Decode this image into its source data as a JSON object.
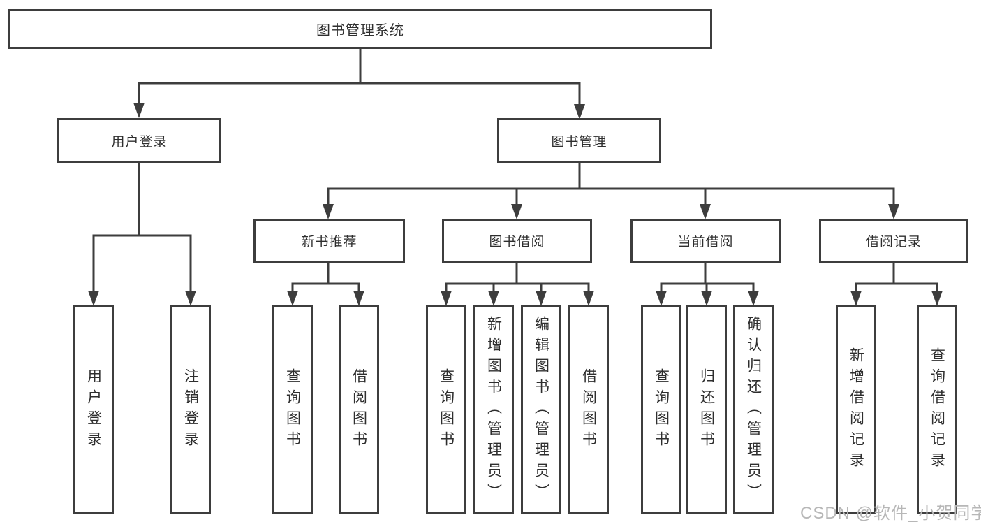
{
  "diagram": {
    "root": {
      "label": "图书管理系统",
      "children": [
        {
          "label": "用户登录",
          "children": [
            {
              "label": "用户登录"
            },
            {
              "label": "注销登录"
            }
          ]
        },
        {
          "label": "图书管理",
          "children": [
            {
              "label": "新书推荐",
              "children": [
                {
                  "label": "查询图书"
                },
                {
                  "label": "借阅图书"
                }
              ]
            },
            {
              "label": "图书借阅",
              "children": [
                {
                  "label": "查询图书"
                },
                {
                  "label": "新增图书（管理员）"
                },
                {
                  "label": "编辑图书（管理员）"
                },
                {
                  "label": "借阅图书"
                }
              ]
            },
            {
              "label": "当前借阅",
              "children": [
                {
                  "label": "查询图书"
                },
                {
                  "label": "归还图书"
                },
                {
                  "label": "确认归还（管理员）"
                }
              ]
            },
            {
              "label": "借阅记录",
              "children": [
                {
                  "label": "新增借阅记录"
                },
                {
                  "label": "查询借阅记录"
                }
              ]
            }
          ]
        }
      ]
    }
  },
  "watermark": {
    "text": "CSDN @软件_小贺同学"
  },
  "colors": {
    "line": "#3d3d3d",
    "text": "#2e2e2e",
    "watermark": "#b7b7b7",
    "background": "#ffffff"
  }
}
